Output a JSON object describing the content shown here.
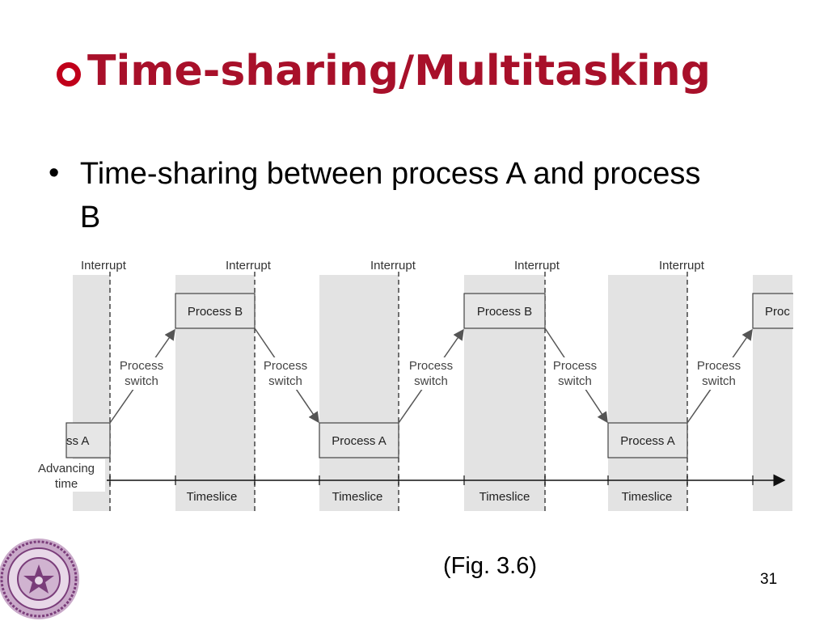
{
  "slide": {
    "title": "Time-sharing/Multitasking",
    "bullets": [
      "Time-sharing between process A and process B"
    ],
    "caption": "(Fig. 3.6)",
    "page_number": "31"
  },
  "figure": {
    "interrupt_label": "Interrupt",
    "process_switch_lines": [
      "Process",
      "switch"
    ],
    "process_a_label": "Process A",
    "process_b_label": "Process B",
    "process_a_partial": "ss A",
    "process_b_partial": "Proc",
    "timeslice_label": "Timeslice",
    "advancing_time_lines": [
      "Advancing",
      "time"
    ]
  },
  "colors": {
    "title": "#a8102a",
    "bullet_ring": "#c0001a",
    "band": "#e3e3e3",
    "box": "#e6e6e6",
    "seal": "#7a3d7a"
  }
}
